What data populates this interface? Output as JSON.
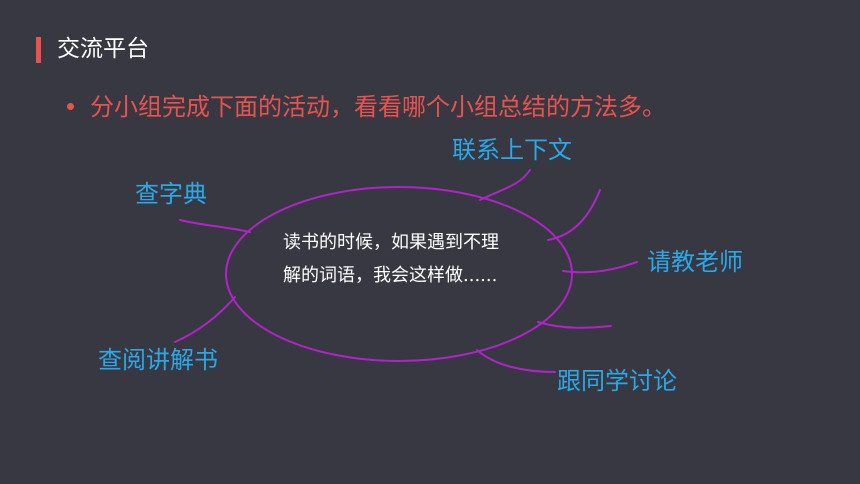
{
  "slide": {
    "title": "交流平台",
    "bullet": "分小组完成下面的活动，看看哪个小组总结的方法多。"
  },
  "mindmap": {
    "center": "读书的时候，如果遇到不理解的词语，我会这样做......",
    "branches": [
      "联系上下文",
      "查字典",
      "请教老师",
      "查阅讲解书",
      "跟同学讨论"
    ]
  },
  "colors": {
    "background": "#383842",
    "accent": "#e8534f",
    "branch_text": "#2aa8e8",
    "mindmap_line": "#b023c8"
  }
}
